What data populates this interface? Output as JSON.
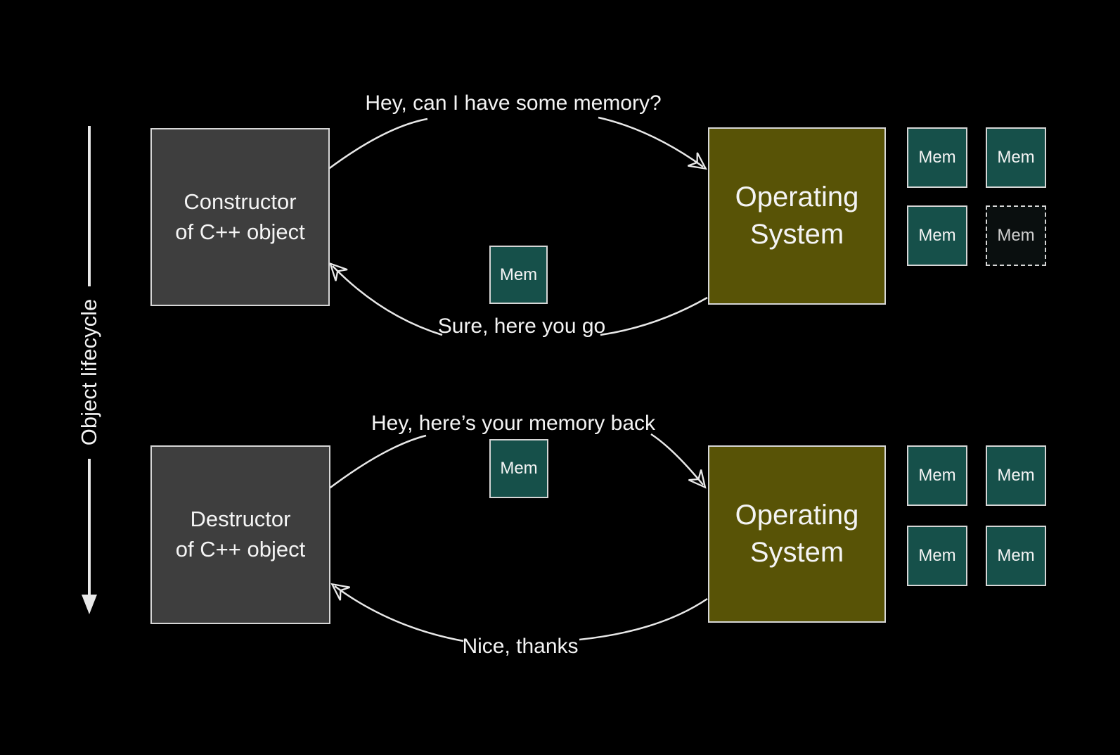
{
  "colors": {
    "background": "#000000",
    "box-gray": "#3e3e3e",
    "box-olive": "#585306",
    "box-teal": "#16504a",
    "border-light": "#d6d6d6",
    "line": "#e8e8e8",
    "text": "#f4f4f4"
  },
  "lifecycle": {
    "label": "Object lifecycle"
  },
  "allocation": {
    "requester": "Constructor\nof C++ object",
    "provider": "Operating\nSystem",
    "request": "Hey, can I have some memory?",
    "response": "Sure, here you go",
    "mem_chip": "Mem",
    "mem_grid": [
      {
        "label": "Mem",
        "state": "solid"
      },
      {
        "label": "Mem",
        "state": "solid"
      },
      {
        "label": "Mem",
        "state": "solid"
      },
      {
        "label": "Mem",
        "state": "dashed"
      }
    ]
  },
  "deallocation": {
    "requester": "Destructor\nof C++ object",
    "provider": "Operating\nSystem",
    "request": "Hey, here’s your memory back",
    "response": "Nice, thanks",
    "mem_chip": "Mem",
    "mem_grid": [
      {
        "label": "Mem",
        "state": "solid"
      },
      {
        "label": "Mem",
        "state": "solid"
      },
      {
        "label": "Mem",
        "state": "solid"
      },
      {
        "label": "Mem",
        "state": "solid"
      }
    ]
  }
}
